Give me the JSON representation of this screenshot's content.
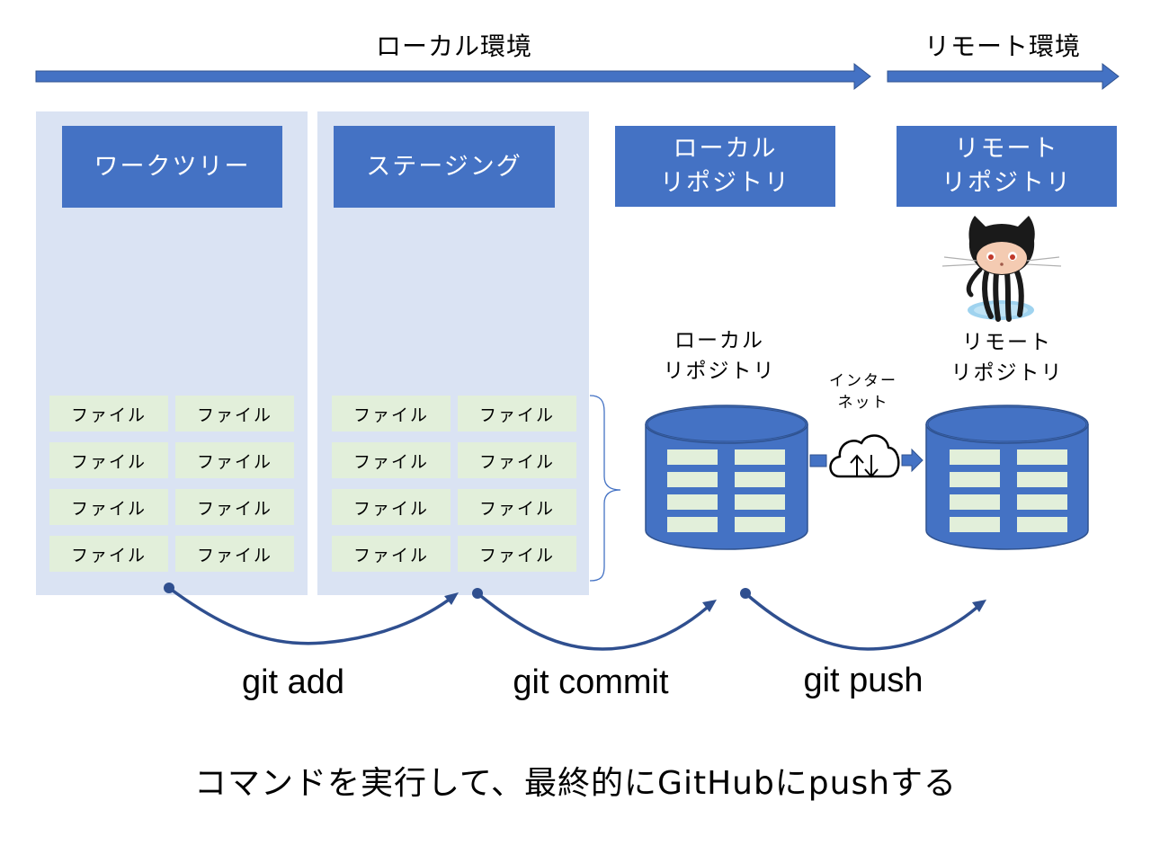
{
  "environments": {
    "local_label": "ローカル環境",
    "remote_label": "リモート環境"
  },
  "headers": {
    "worktree": "ワークツリー",
    "staging": "ステージング",
    "local_repo": [
      "ローカル",
      "リポジトリ"
    ],
    "remote_repo": [
      "リモート",
      "リポジトリ"
    ]
  },
  "file_label": "ファイル",
  "repo_labels": {
    "local": [
      "ローカル",
      "リポジトリ"
    ],
    "remote": [
      "リモート",
      "リポジトリ"
    ]
  },
  "internet_label": [
    "インター",
    "ネット"
  ],
  "commands": {
    "add": "git add",
    "commit": "git commit",
    "push": "git push"
  },
  "caption": "コマンドを実行して、最終的にGitHubにpushする",
  "colors": {
    "arrow_blue": "#4472c4",
    "panel_bg": "#dae3f3",
    "file_bg": "#e2efda",
    "curve_blue": "#2f4f8f"
  },
  "icons": {
    "cloud": "cloud-upload-download-icon",
    "mascot": "octocat-icon"
  }
}
